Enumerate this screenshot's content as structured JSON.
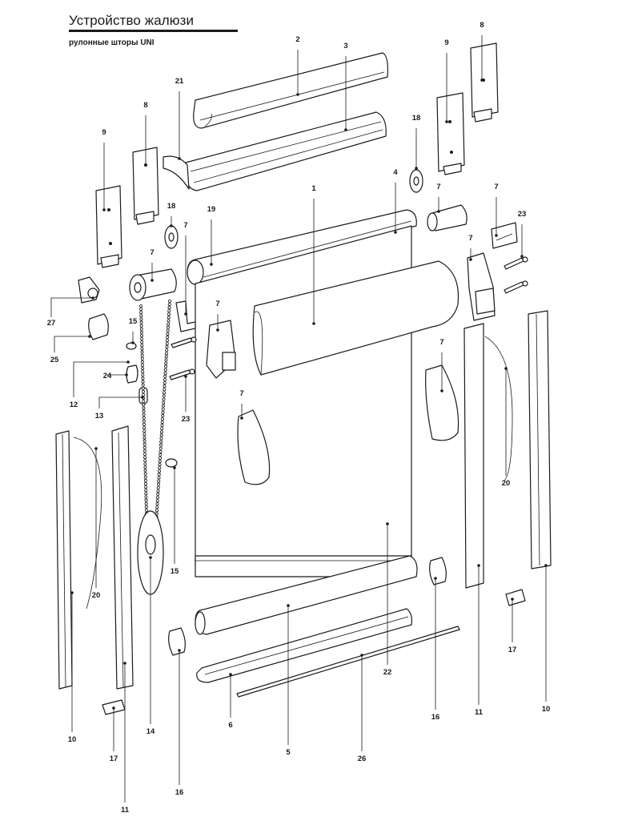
{
  "header": {
    "title": "Устройство жалюзи",
    "subtitle": "рулонные шторы UNI"
  },
  "callouts": [
    {
      "id": "c1",
      "label": "1"
    },
    {
      "id": "c2",
      "label": "2"
    },
    {
      "id": "c3",
      "label": "3"
    },
    {
      "id": "c4",
      "label": "4"
    },
    {
      "id": "c5",
      "label": "5"
    },
    {
      "id": "c6",
      "label": "6"
    },
    {
      "id": "c7a",
      "label": "7"
    },
    {
      "id": "c7b",
      "label": "7"
    },
    {
      "id": "c7c",
      "label": "7"
    },
    {
      "id": "c7d",
      "label": "7"
    },
    {
      "id": "c7e",
      "label": "7"
    },
    {
      "id": "c7f",
      "label": "7"
    },
    {
      "id": "c7g",
      "label": "7"
    },
    {
      "id": "c7h",
      "label": "7"
    },
    {
      "id": "c8a",
      "label": "8"
    },
    {
      "id": "c8b",
      "label": "8"
    },
    {
      "id": "c9a",
      "label": "9"
    },
    {
      "id": "c9b",
      "label": "9"
    },
    {
      "id": "c10a",
      "label": "10"
    },
    {
      "id": "c10b",
      "label": "10"
    },
    {
      "id": "c11a",
      "label": "11"
    },
    {
      "id": "c11b",
      "label": "11"
    },
    {
      "id": "c12",
      "label": "12"
    },
    {
      "id": "c13",
      "label": "13"
    },
    {
      "id": "c14",
      "label": "14"
    },
    {
      "id": "c15a",
      "label": "15"
    },
    {
      "id": "c15b",
      "label": "15"
    },
    {
      "id": "c16a",
      "label": "16"
    },
    {
      "id": "c16b",
      "label": "16"
    },
    {
      "id": "c17a",
      "label": "17"
    },
    {
      "id": "c17b",
      "label": "17"
    },
    {
      "id": "c18a",
      "label": "18"
    },
    {
      "id": "c18b",
      "label": "18"
    },
    {
      "id": "c19",
      "label": "19"
    },
    {
      "id": "c20a",
      "label": "20"
    },
    {
      "id": "c20b",
      "label": "20"
    },
    {
      "id": "c21",
      "label": "21"
    },
    {
      "id": "c22",
      "label": "22"
    },
    {
      "id": "c23a",
      "label": "23"
    },
    {
      "id": "c23b",
      "label": "23"
    },
    {
      "id": "c24",
      "label": "24"
    },
    {
      "id": "c25",
      "label": "25"
    },
    {
      "id": "c26",
      "label": "26"
    },
    {
      "id": "c27",
      "label": "27"
    }
  ]
}
